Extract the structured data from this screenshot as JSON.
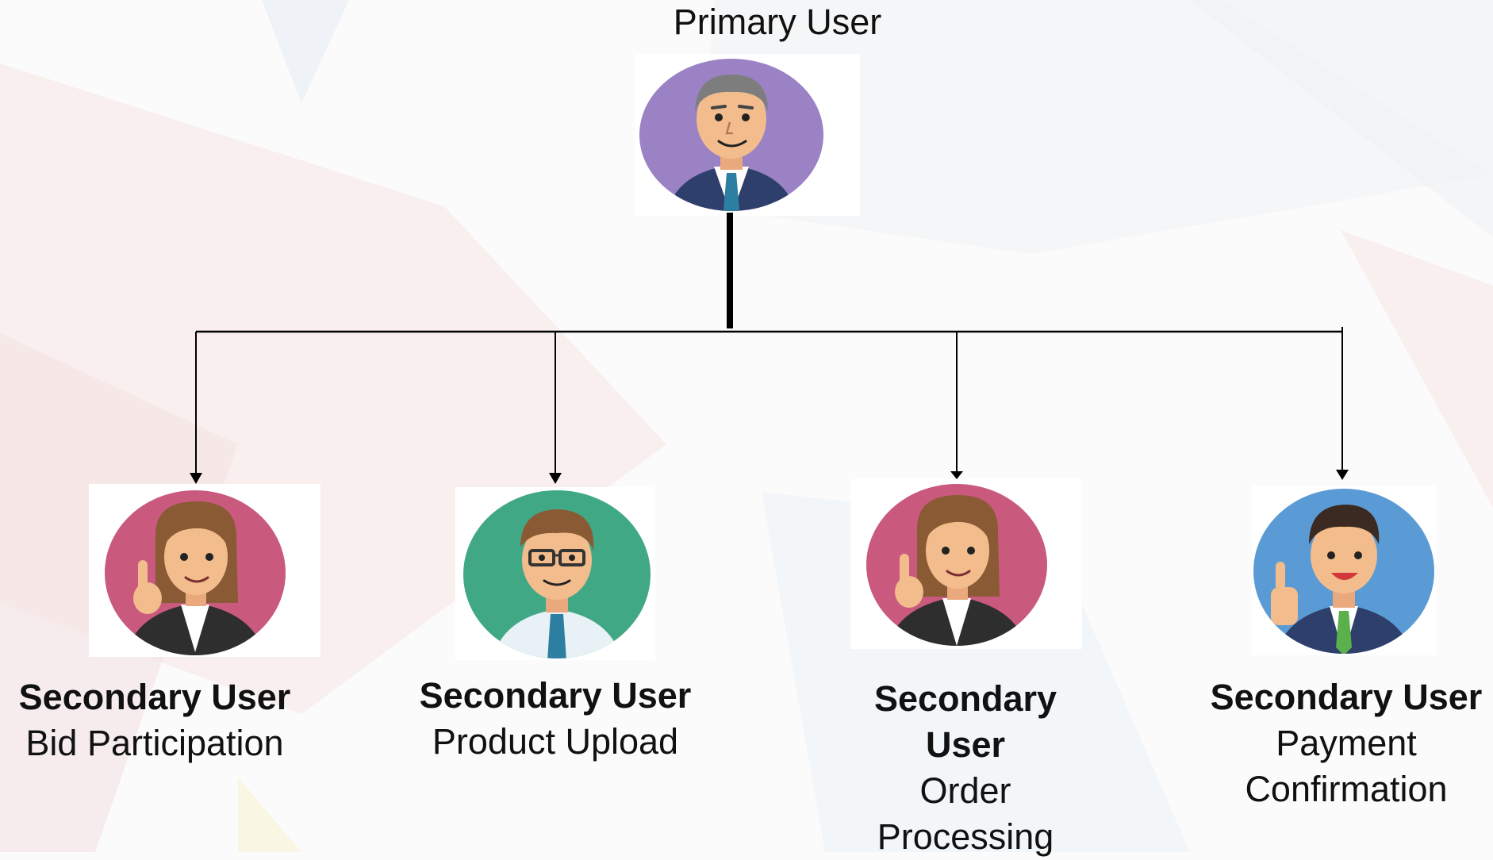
{
  "primary": {
    "title": "Primary User",
    "avatar": "business-man-avatar-icon",
    "avatar_bg": "#9b82c4"
  },
  "secondary_users": [
    {
      "title": "Secondary User",
      "role": "Bid Participation",
      "avatar": "woman-pointing-avatar-icon",
      "avatar_bg": "#c95a7e"
    },
    {
      "title": "Secondary User",
      "role": "Product Upload",
      "avatar": "man-glasses-avatar-icon",
      "avatar_bg": "#41a886"
    },
    {
      "title": "Secondary User",
      "role": "Order Processing",
      "avatar": "woman-pointing-avatar-icon",
      "avatar_bg": "#c95a7e"
    },
    {
      "title": "Secondary User",
      "role": "Payment Confirmation",
      "avatar": "man-thumbs-up-avatar-icon",
      "avatar_bg": "#5b9bd5"
    }
  ]
}
